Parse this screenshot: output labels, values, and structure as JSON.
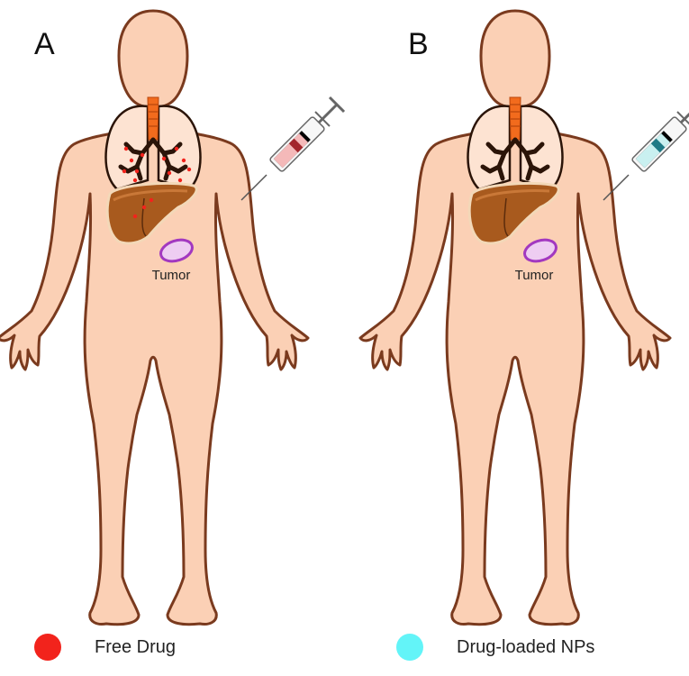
{
  "panels": [
    {
      "letter": "A",
      "tumor_label": "Tumor",
      "drug_color": "#f2231c",
      "syringe_fluid": "#f4b9b9",
      "syringe_plunger": "#a3262c",
      "lung_particles": true
    },
    {
      "letter": "B",
      "tumor_label": "Tumor",
      "drug_color": "#63f4f8",
      "syringe_fluid": "#c9f0f0",
      "syringe_plunger": "#1f7a86",
      "lung_particles": false
    }
  ],
  "legend": [
    {
      "label": "Free Drug",
      "color": "#f2231c"
    },
    {
      "label": "Drug-loaded NPs",
      "color": "#63f4f8"
    }
  ],
  "colors": {
    "skin": "#fbd0b5",
    "outline": "#7a3a1e",
    "liver": "#a85a1e",
    "liver_highlight": "#c97838",
    "trachea": "#f26b1d",
    "bronchi": "#2b1408",
    "lung_fill": "#fde3d2",
    "tumor_fill": "#eecdf2",
    "tumor_outline": "#a238c0"
  }
}
